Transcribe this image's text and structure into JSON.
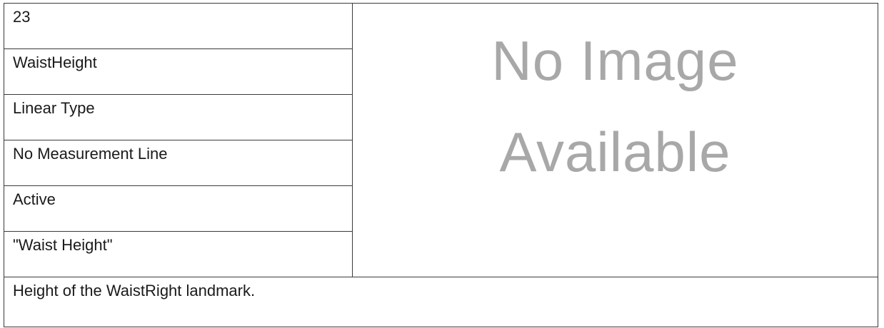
{
  "record": {
    "fields": [
      "23",
      "WaistHeight",
      "Linear Type",
      "No Measurement Line",
      "Active",
      "\"Waist Height\""
    ],
    "image_placeholder": {
      "line1": "No Image",
      "line2": "Available"
    },
    "description": "Height of the WaistRight landmark."
  }
}
